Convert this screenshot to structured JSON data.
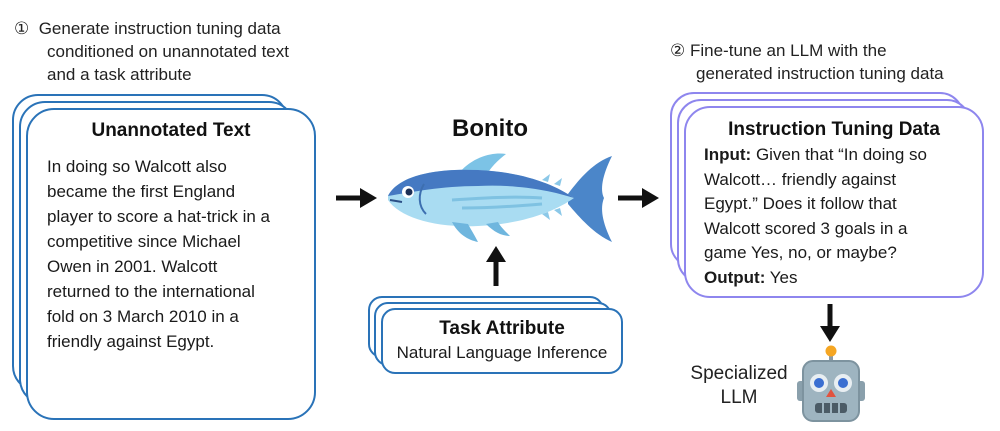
{
  "step1": {
    "marker": "①",
    "lines": [
      "Generate instruction tuning data",
      "conditioned on unannotated text",
      "and a task attribute"
    ]
  },
  "step2": {
    "marker": "②",
    "lines": [
      "Fine-tune an LLM with the",
      "generated instruction tuning data"
    ]
  },
  "unannotated_card": {
    "title": "Unannotated Text",
    "body_lines": [
      "In doing so Walcott also",
      "became the first England",
      "player to score a hat-trick in a",
      "competitive since Michael",
      "Owen in 2001. Walcott",
      "returned to the international",
      "fold on 3 March 2010 in a",
      "friendly against Egypt."
    ]
  },
  "bonito": {
    "title": "Bonito"
  },
  "task_attribute_card": {
    "title": "Task Attribute",
    "value": "Natural Language Inference"
  },
  "instruction_card": {
    "title": "Instruction Tuning Data",
    "input_label": "Input:",
    "input_lines": [
      "Given that “In doing so",
      "Walcott… friendly against",
      "Egypt.” Does it follow that",
      "Walcott scored 3 goals in a",
      "game Yes, no, or maybe?"
    ],
    "output_label": "Output:",
    "output_value": "Yes"
  },
  "specialized_llm": {
    "lines": [
      "Specialized",
      "LLM"
    ]
  },
  "colors": {
    "blue_border": "#2a73b8",
    "purple_border": "#8e86ee",
    "arrow": "#111111"
  },
  "icons": [
    "fish-icon",
    "robot-icon",
    "arrow-right-icon",
    "arrow-up-icon",
    "arrow-down-icon"
  ]
}
